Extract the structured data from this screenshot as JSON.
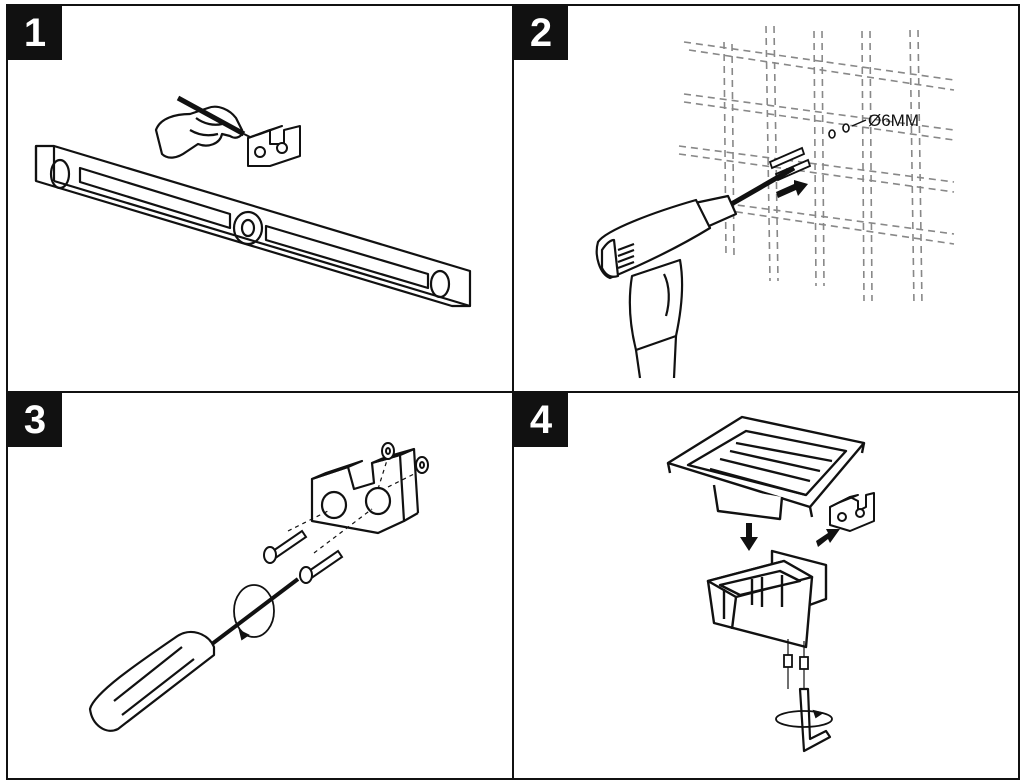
{
  "steps": [
    {
      "number": "1"
    },
    {
      "number": "2",
      "hole_label": "Ø6MM"
    },
    {
      "number": "3"
    },
    {
      "number": "4"
    }
  ],
  "colors": {
    "ink": "#111111",
    "paper": "#ffffff",
    "tile_line": "#888888"
  },
  "icons": [
    "spirit-level-icon",
    "hand-pencil-icon",
    "mounting-bracket-icon",
    "drill-icon",
    "wall-anchor-icon",
    "screw-icon",
    "washer-icon",
    "screwdriver-icon",
    "soap-dish-icon",
    "holder-base-icon",
    "set-screw-icon",
    "hex-key-icon",
    "rotation-arrow-icon"
  ]
}
